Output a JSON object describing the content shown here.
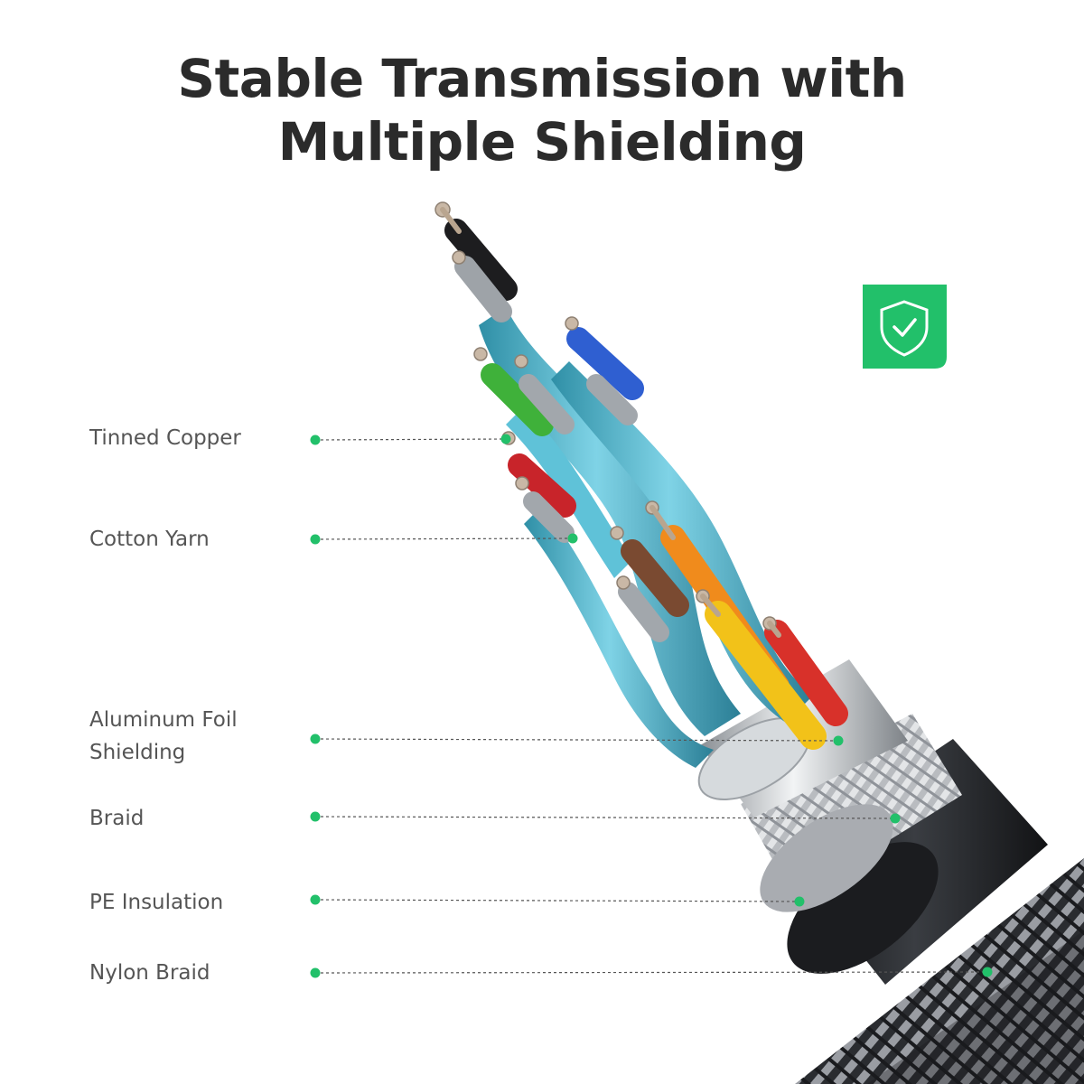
{
  "title": {
    "line1": "Stable Transmission with",
    "line2": "Multiple Shielding"
  },
  "badge": {
    "icon": "shield-check-icon",
    "color": "#22c06a"
  },
  "accent_color": "#22c06a",
  "labels": [
    {
      "text": "Tinned Copper"
    },
    {
      "text": "Cotton Yarn"
    },
    {
      "line1": "Aluminum Foil",
      "line2": "Shielding"
    },
    {
      "text": "Braid"
    },
    {
      "text": "PE Insulation"
    },
    {
      "text": "Nylon Braid"
    }
  ]
}
